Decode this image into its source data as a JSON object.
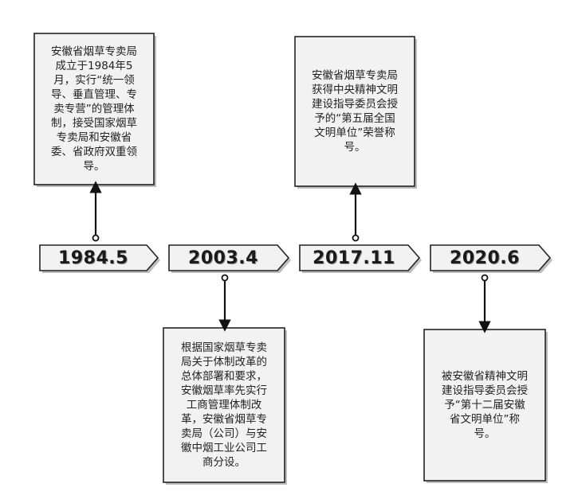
{
  "events": [
    {
      "date": "1984.5",
      "position": "above",
      "text": "安徽省烟草专卖局\n成立于1984年5\n月，实行“统一领\n导、垂直管理、专\n卖专营”的管理体\n制，接受国家烟草\n专卖局和安徽省\n委、省政府双重领\n导。"
    },
    {
      "date": "2003.4",
      "position": "below",
      "text": "根据国家烟草专卖\n局关于体制改革的\n总体部署和要求，\n安徽烟草率先实行\n工商管理体制改\n革，安徽省烟草专\n卖局（公司）与安\n徽中烟工业公司工\n商分设。"
    },
    {
      "date": "2017.11",
      "position": "above",
      "text": "安徽省烟草专卖局\n获得中央精神文明\n建设指导委员会授\n予的“第五届全国\n文明单位”荣誉称\n号。"
    },
    {
      "date": "2020.6",
      "position": "below",
      "text": "被安徽省精神文明\n建设指导委员会授\n予“第十二届安徽\n省文明单位”称\n号。"
    }
  ],
  "colors": {
    "box_fill": "#f2f2f2",
    "box_stroke": "#222222",
    "arrow": "#111111",
    "shadow": "#bdbdbd"
  }
}
